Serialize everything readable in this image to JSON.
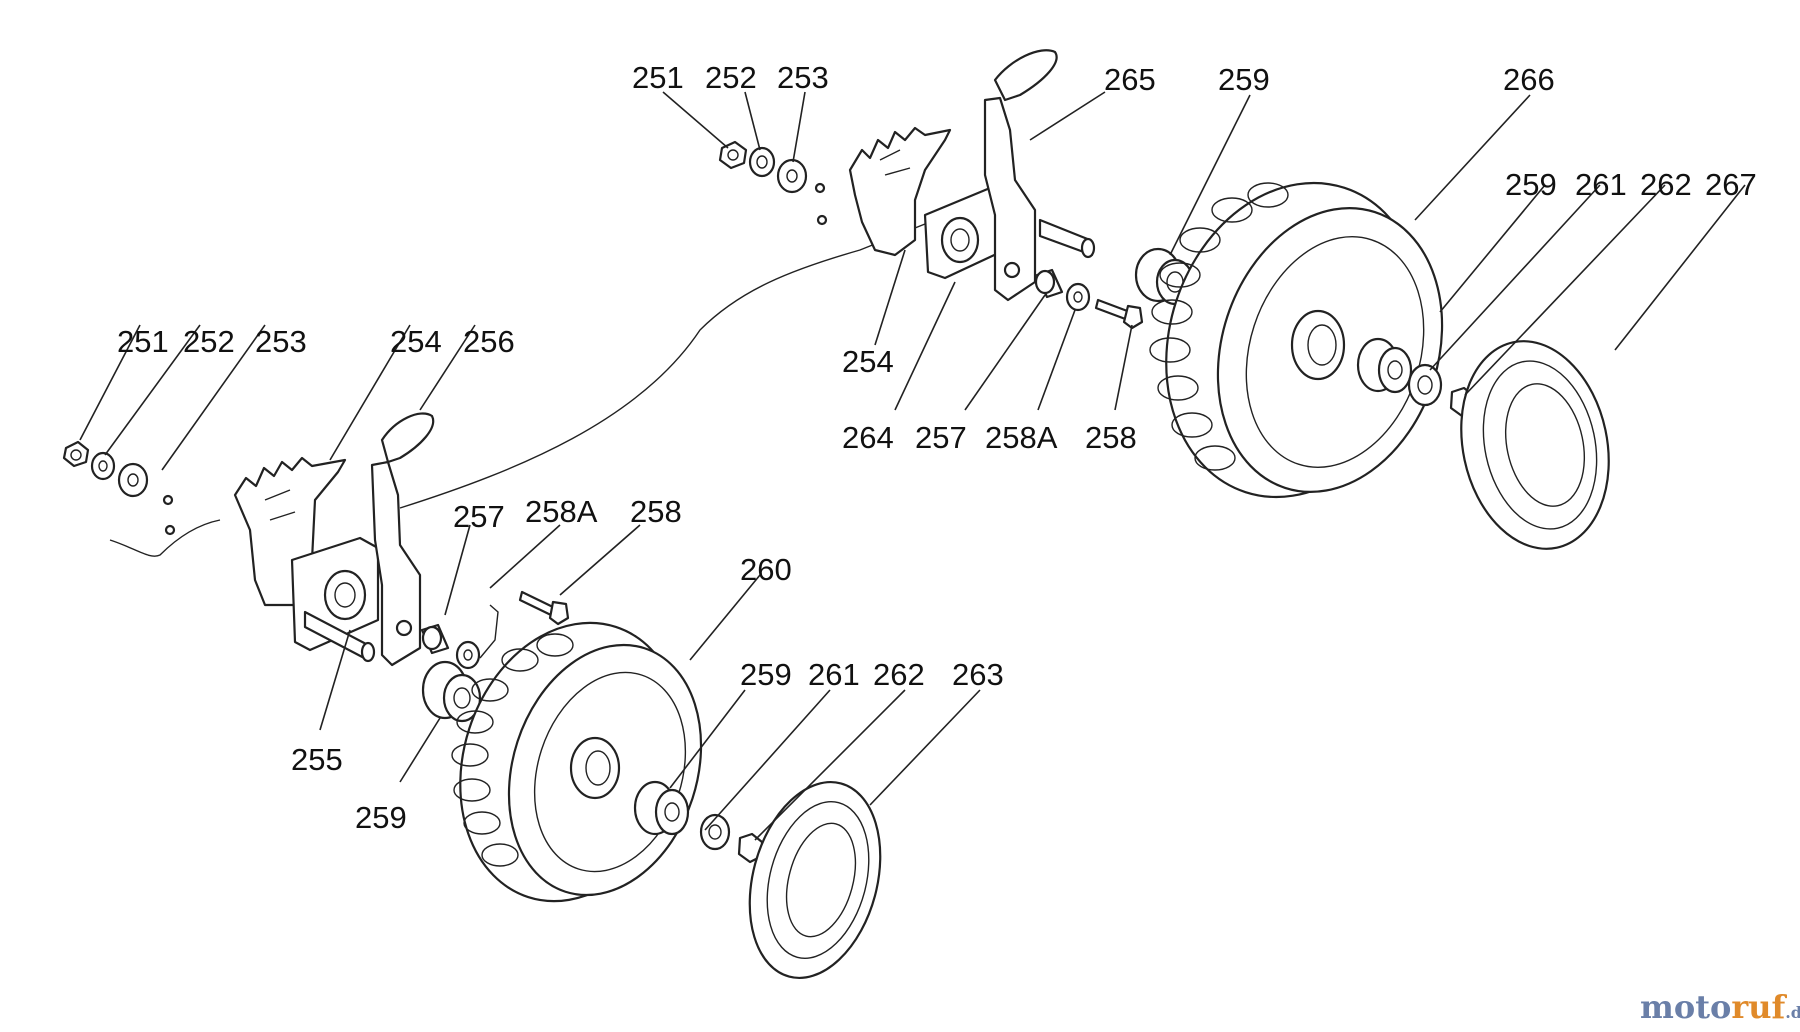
{
  "labels": {
    "l251a": "251",
    "l252a": "252",
    "l253a": "253",
    "l265": "265",
    "l259a": "259",
    "l266": "266",
    "l259b": "259",
    "l261a": "261",
    "l262a": "262",
    "l267": "267",
    "l254a": "254",
    "l264": "264",
    "l257a": "257",
    "l258Aa": "258A",
    "l258a": "258",
    "l251b": "251",
    "l252b": "252",
    "l253b": "253",
    "l254b": "254",
    "l256": "256",
    "l257b": "257",
    "l258Ab": "258A",
    "l258b": "258",
    "l260": "260",
    "l259c": "259",
    "l261b": "261",
    "l262b": "262",
    "l263": "263",
    "l255": "255",
    "l259d": "259"
  },
  "watermark": {
    "main": "moto",
    "accent": "ruf",
    "suffix": ".de"
  },
  "colors": {
    "line": "#222222",
    "logo_main": "#6a7fa8",
    "logo_accent": "#e08a2a"
  }
}
